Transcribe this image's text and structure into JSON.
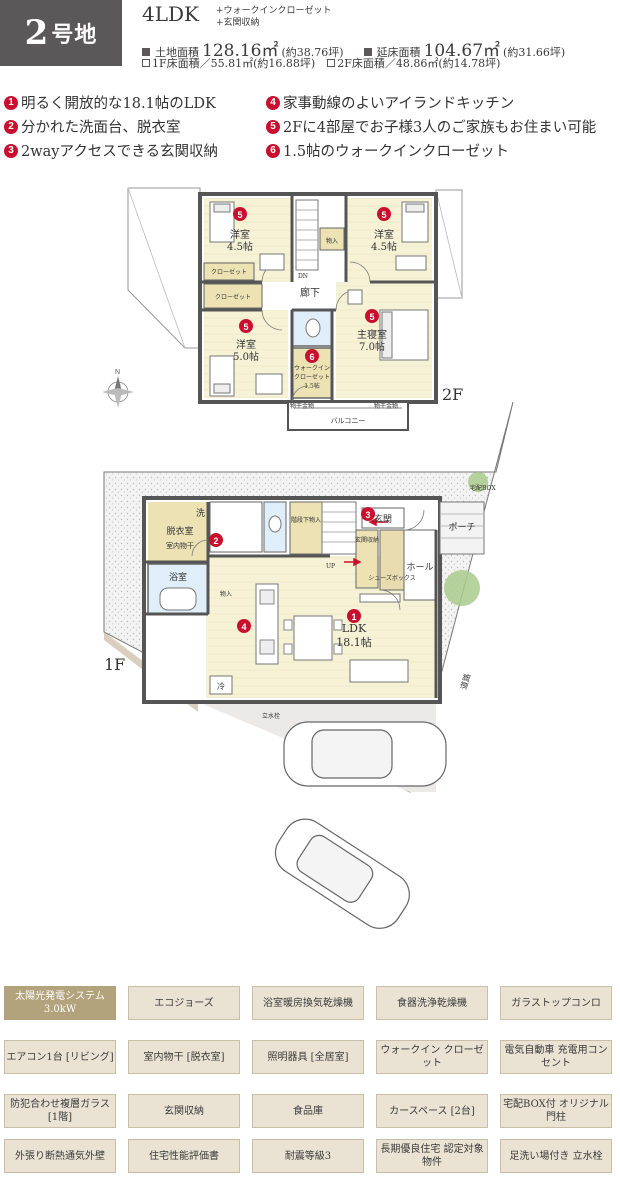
{
  "header": {
    "lot_number": "2",
    "lot_suffix": "号地",
    "plan_type": "4LDK",
    "plan_sub_1": "+ウォークインクローゼット",
    "plan_sub_2": "+玄関収納",
    "land_area_label": "土地面積",
    "land_area_value": "128.16㎡",
    "land_area_tsubo": "(約38.76坪)",
    "floor_area_label": "延床面積",
    "floor_area_value": "104.67㎡",
    "floor_area_tsubo": "(約31.66坪)",
    "floor1_area": "1F床面積／55.81㎡(約16.88坪)",
    "floor2_area": "2F床面積／48.86㎡(約14.78坪)"
  },
  "features": [
    {
      "num": "1",
      "text": "明るく開放的な18.1帖のLDK"
    },
    {
      "num": "2",
      "text": "分かれた洗面台、脱衣室"
    },
    {
      "num": "3",
      "text": "2wayアクセスできる玄関収納"
    },
    {
      "num": "4",
      "text": "家事動線のよいアイランドキッチン"
    },
    {
      "num": "5",
      "text": "2Fに4部屋でお子様3人のご家族もお住まい可能"
    },
    {
      "num": "6",
      "text": "1.5帖のウォークインクローゼット"
    }
  ],
  "floor2": {
    "floor_label": "2F",
    "compass": "N",
    "rooms": {
      "room_a": "洋室",
      "room_a_size": "4.5帖",
      "room_b": "洋室",
      "room_b_size": "4.5帖",
      "room_c": "洋室",
      "room_c_size": "5.0帖",
      "master": "主寝室",
      "master_size": "7.0帖",
      "corridor": "廊下",
      "dn": "DN",
      "storage": "物入",
      "closet_a": "クローゼット",
      "closet_b": "クローゼット",
      "wic_1": "ウォークイン",
      "wic_2": "クローゼット",
      "wic_size": "1.5帖",
      "hanger_1": "物干金物",
      "hanger_2": "物干金物",
      "balcony": "バルコニー"
    },
    "markers": {
      "room_a": "5",
      "room_b": "5",
      "room_c": "5",
      "master": "5",
      "wic": "6"
    }
  },
  "floor1": {
    "floor_label": "1F",
    "rooms": {
      "ldk": "LDK",
      "ldk_size": "18.1帖",
      "wash": "洗",
      "dressing": "脱衣室",
      "dressing_sub": "室内物干",
      "bath": "浴室",
      "stair_storage": "階段下物入",
      "entrance": "玄関",
      "entrance_storage": "玄関収納",
      "shoes": "シューズボックス",
      "hall": "ホール",
      "porch": "ポーチ",
      "up": "UP",
      "fridge": "冷",
      "storage_small": "物入",
      "faucet": "立水栓",
      "delivery": "宅配BOX",
      "road": "道路"
    },
    "markers": {
      "ldk": "1",
      "dressing": "2",
      "entrance": "3",
      "kitchen": "4"
    }
  },
  "equipment": [
    "太陽光発電システム 3.0kW",
    "エコジョーズ",
    "浴室暖房換気乾燥機",
    "食器洗浄乾燥機",
    "ガラストップコンロ",
    "エアコン1台 [リビング]",
    "室内物干 [脱衣室]",
    "照明器具 [全居室]",
    "ウォークイン クローゼット",
    "電気自動車 充電用コンセント",
    "防犯合わせ複層ガラス [1階]",
    "玄関収納",
    "食品庫",
    "カースペース [2台]",
    "宅配BOX付 オリジナル門柱",
    "外張り断熱通気外壁",
    "住宅性能評価書",
    "耐震等級3",
    "長期優良住宅 認定対象物件",
    "足洗い場付き 立水栓"
  ],
  "colors": {
    "accent_red": "#c8102e",
    "badge_gray": "#5a5858",
    "tile_beige": "#eae3d4",
    "tile_highlight": "#b2a37c",
    "room_fill": "#f6f2d6"
  }
}
